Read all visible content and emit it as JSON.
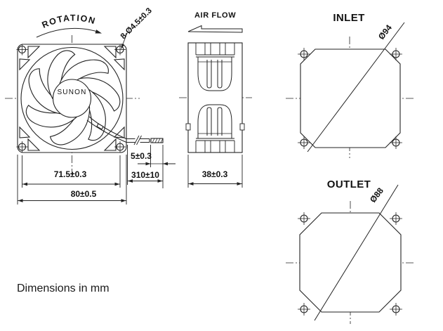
{
  "front_view": {
    "rotation_label": "ROTATION",
    "brand": "SUNON",
    "dim_mounting_holes": "8-Ø4.5±0.3",
    "dim_hole_pitch": "71.5±0.3",
    "dim_frame_width": "80±0.5",
    "dim_lead_strip": "5±0.3",
    "dim_lead_length": "310±10"
  },
  "side_view": {
    "airflow_label": "AIR FLOW",
    "dim_frame_depth": "38±0.3"
  },
  "inlet_view": {
    "title": "INLET",
    "dim_diameter": "Ø94"
  },
  "outlet_view": {
    "title": "OUTLET",
    "dim_diameter": "Ø88"
  },
  "footer": {
    "note": "Dimensions in mm"
  },
  "colors": {
    "line": "#222222",
    "text": "#111111",
    "background": "#ffffff"
  }
}
